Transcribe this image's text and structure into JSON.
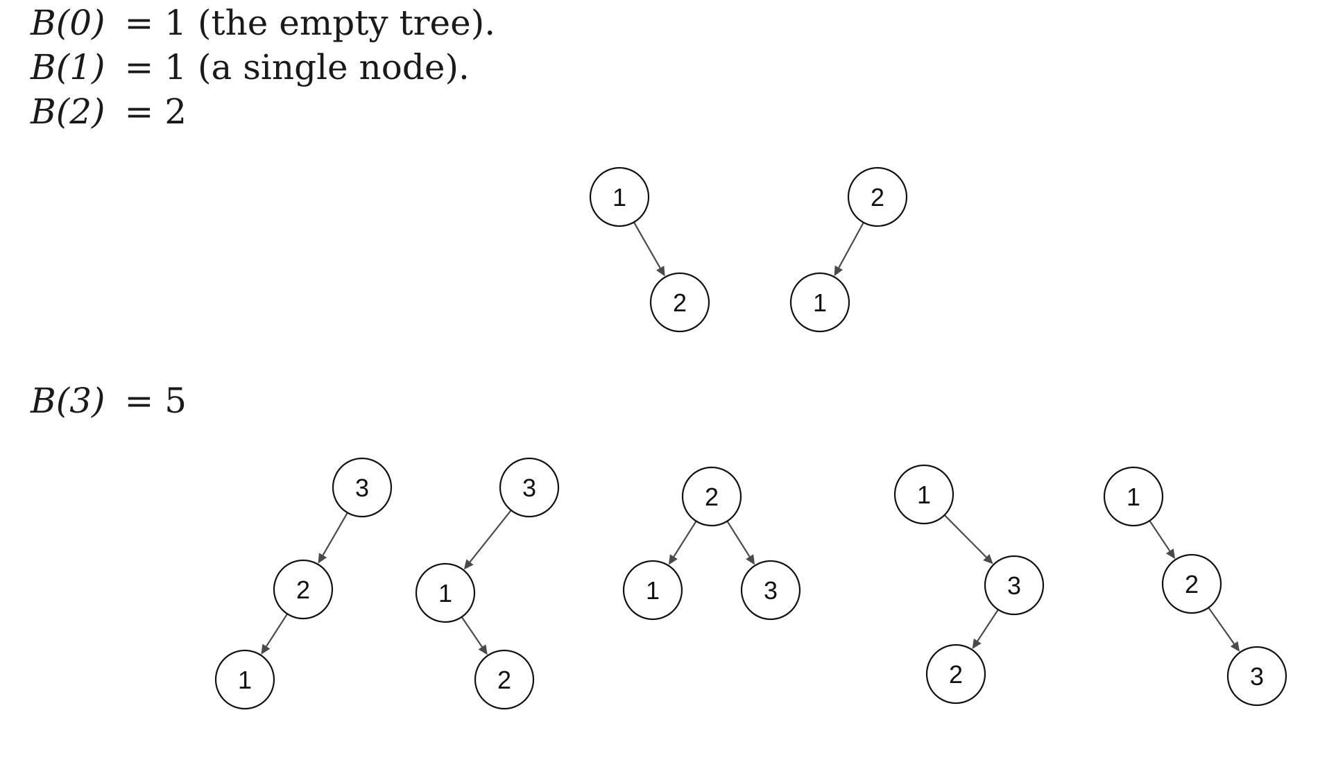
{
  "formulas": [
    {
      "lhs": "B(0)",
      "rhs": "= 1",
      "note": " (the empty tree)."
    },
    {
      "lhs": "B(1)",
      "rhs": "= 1",
      "note": " (a single node)."
    },
    {
      "lhs": "B(2)",
      "rhs": "= 2",
      "note": ""
    },
    {
      "lhs": "B(3)",
      "rhs": "= 5",
      "note": ""
    }
  ],
  "trees": {
    "n2": [
      {
        "nodes": [
          "1",
          "2"
        ],
        "edges": [
          [
            0,
            1
          ]
        ]
      },
      {
        "nodes": [
          "2",
          "1"
        ],
        "edges": [
          [
            0,
            1
          ]
        ]
      }
    ],
    "n3": [
      {
        "nodes": [
          "3",
          "2",
          "1"
        ],
        "edges": [
          [
            0,
            1
          ],
          [
            1,
            2
          ]
        ]
      },
      {
        "nodes": [
          "3",
          "1",
          "2"
        ],
        "edges": [
          [
            0,
            1
          ],
          [
            1,
            2
          ]
        ]
      },
      {
        "nodes": [
          "2",
          "1",
          "3"
        ],
        "edges": [
          [
            0,
            1
          ],
          [
            0,
            2
          ]
        ]
      },
      {
        "nodes": [
          "1",
          "3",
          "2"
        ],
        "edges": [
          [
            0,
            1
          ],
          [
            1,
            2
          ]
        ]
      },
      {
        "nodes": [
          "1",
          "2",
          "3"
        ],
        "edges": [
          [
            0,
            1
          ],
          [
            1,
            2
          ]
        ]
      }
    ]
  },
  "colors": {
    "node_stroke": "#111111",
    "edge": "#4a4a4a",
    "text": "#1a1a1a"
  }
}
